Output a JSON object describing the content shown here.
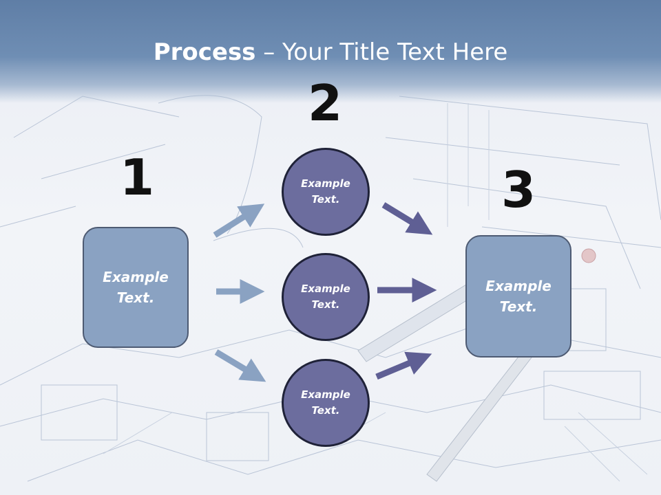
{
  "title": {
    "bold": "Process",
    "rest": " – Your Title Text Here"
  },
  "steps": {
    "one": {
      "number": "1",
      "text": "Example Text."
    },
    "two": {
      "number": "2"
    },
    "three": {
      "number": "3",
      "text": "Example Text."
    }
  },
  "circles": [
    {
      "text": "Example Text."
    },
    {
      "text": "Example Text."
    },
    {
      "text": "Example Text."
    }
  ],
  "colors": {
    "header": "#6f8eb4",
    "box_fill": "#8aa2c2",
    "circle_fill": "#6c6d9e",
    "arrow_left": "#8aa2c2",
    "arrow_right": "#5f5f94"
  }
}
